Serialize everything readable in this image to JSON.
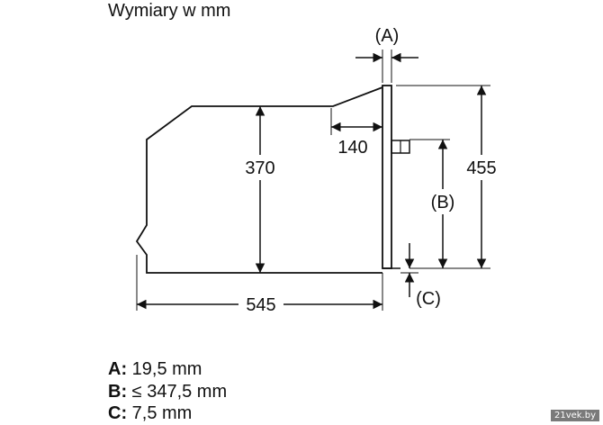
{
  "title": "Wymiary w mm",
  "dimensions": {
    "width_545": "545",
    "height_370": "370",
    "height_455": "455",
    "depth_140": "140",
    "label_a": "(A)",
    "label_b": "(B)",
    "label_c": "(C)"
  },
  "legend": [
    {
      "key": "A:",
      "value": " 19,5 mm"
    },
    {
      "key": "B:",
      "value": " ≤ 347,5 mm"
    },
    {
      "key": "C:",
      "value": " 7,5 mm"
    }
  ],
  "watermark": "21vek.by"
}
